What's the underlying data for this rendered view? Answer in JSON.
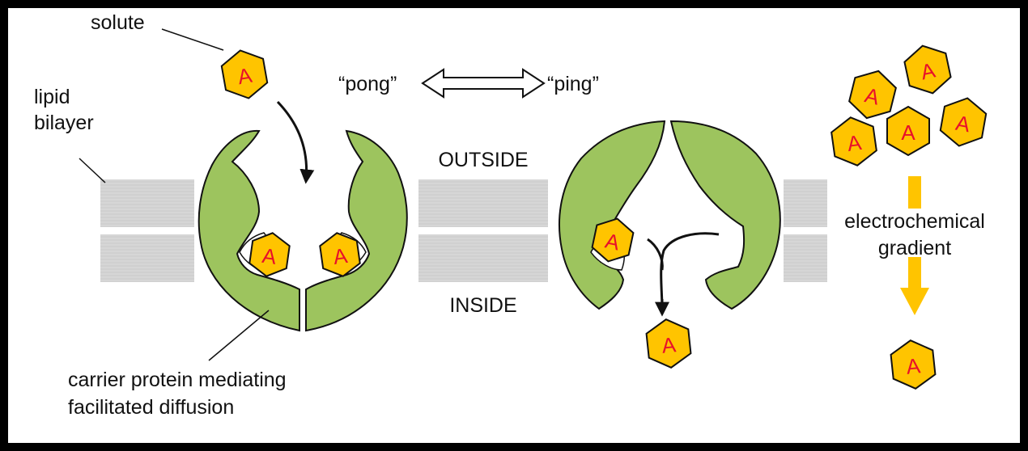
{
  "labels": {
    "solute": "solute",
    "lipid_line1": "lipid",
    "lipid_line2": "bilayer",
    "pong": "“pong”",
    "ping": "“ping”",
    "outside": "OUTSIDE",
    "inside": "INSIDE",
    "gradient_line1": "electrochemical",
    "gradient_line2": "gradient",
    "carrier_line1": "carrier protein mediating",
    "carrier_line2": "facilitated diffusion"
  },
  "solute_letter": "A",
  "colors": {
    "protein": "#9dc45e",
    "solute_fill": "#ffc400",
    "solute_letter": "#e8102a",
    "membrane": "#d4d4d4",
    "gradient_arrow": "#ffc400",
    "frame": "#000000"
  }
}
